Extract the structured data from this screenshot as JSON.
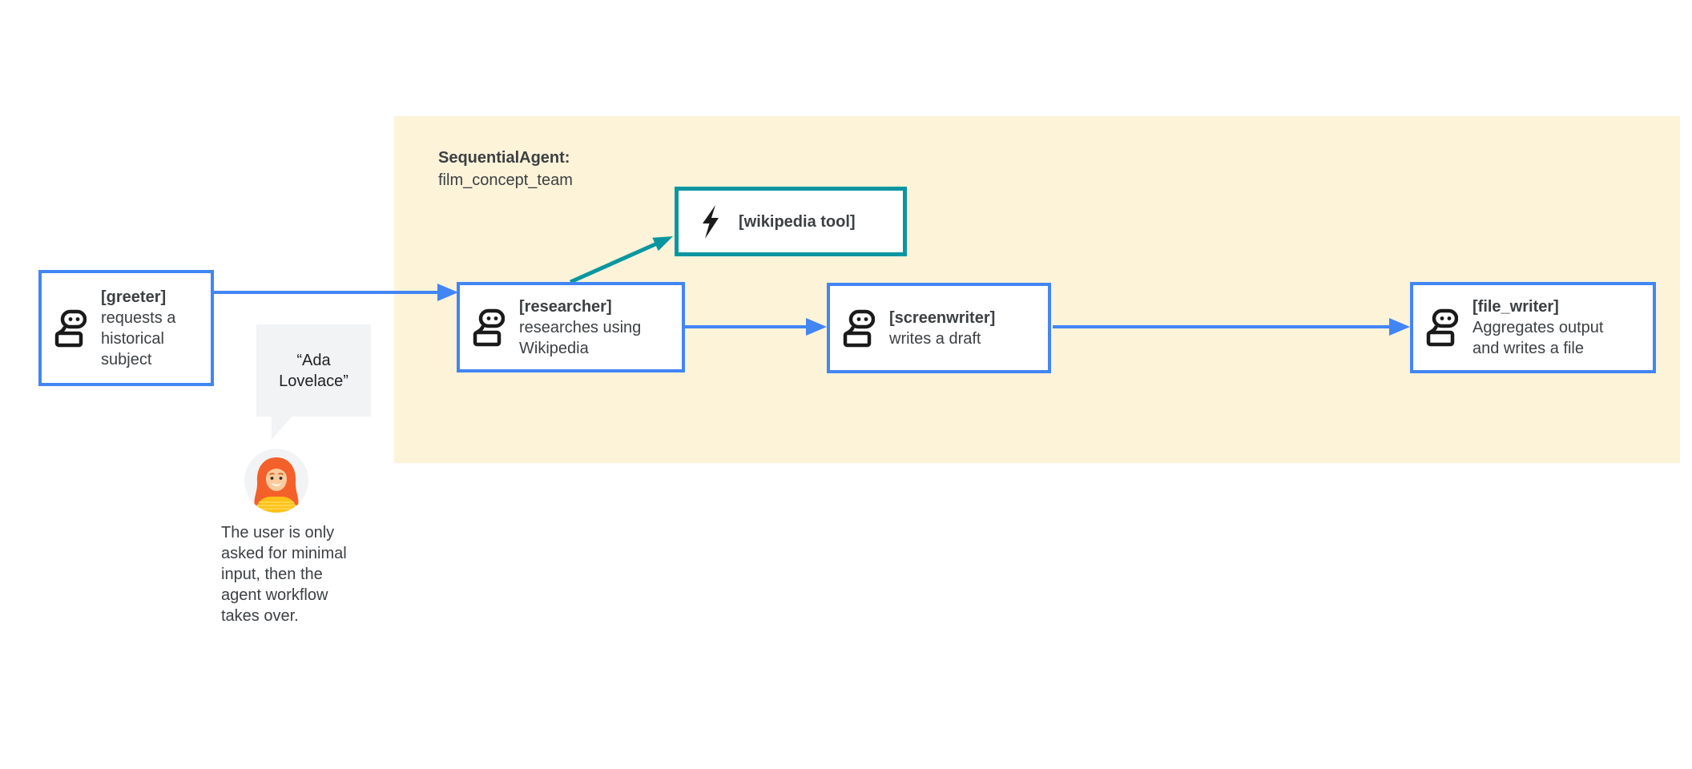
{
  "colors": {
    "blue": "#4285F4",
    "teal": "#0897A0",
    "cream": "#FCF3D9",
    "bubble": "#F1F3F4",
    "text_dark": "#3C4043",
    "text_black": "#202124",
    "icon_black": "#1A1A1A",
    "avatar_hair": "#F4602A",
    "avatar_skin": "#FBCB9E",
    "avatar_shirt": "#FFC117"
  },
  "group": {
    "label_bold": "SequentialAgent:",
    "label_name": "film_concept_team"
  },
  "nodes": {
    "greeter": {
      "title": "[greeter]",
      "desc": "requests a\nhistorical\nsubject"
    },
    "researcher": {
      "title": "[researcher]",
      "desc": "researches using\nWikipedia"
    },
    "screenwriter": {
      "title": "[screenwriter]",
      "desc": "writes a draft"
    },
    "file_writer": {
      "title": "[file_writer]",
      "desc": "Aggregates output\nand writes a file"
    },
    "wikipedia_tool": {
      "title": "[wikipedia tool]"
    }
  },
  "user": {
    "speech_bubble": "“Ada\nLovelace”",
    "caption": "The user is only\nasked for minimal\ninput, then the\nagent workflow\ntakes over."
  }
}
